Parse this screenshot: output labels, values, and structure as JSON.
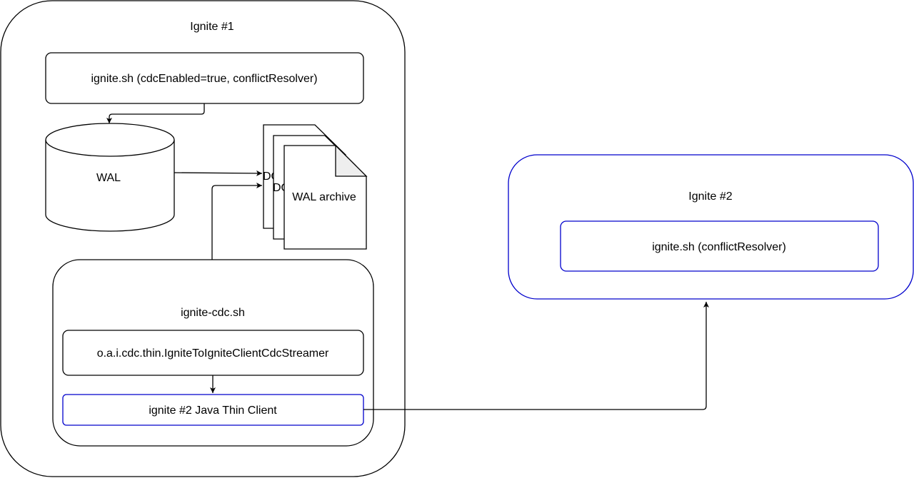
{
  "ignite1": {
    "title": "Ignite #1",
    "server_box": "ignite.sh (cdcEnabled=true, conflictResolver)",
    "wal": "WAL",
    "doc_stack": {
      "back_label_1": "DO",
      "back_label_2": "DO",
      "front_label": "WAL archive"
    },
    "cdc": {
      "title": "ignite-cdc.sh",
      "streamer": "o.a.i.cdc.thin.IgniteToIgniteClientCdcStreamer",
      "thin_client": "ignite #2 Java Thin Client"
    }
  },
  "ignite2": {
    "title": "Ignite #2",
    "server_box": "ignite.sh (conflictResolver)"
  },
  "colors": {
    "stroke": "#000000",
    "blue": "#0000cc",
    "fold": "#eeeeee"
  }
}
